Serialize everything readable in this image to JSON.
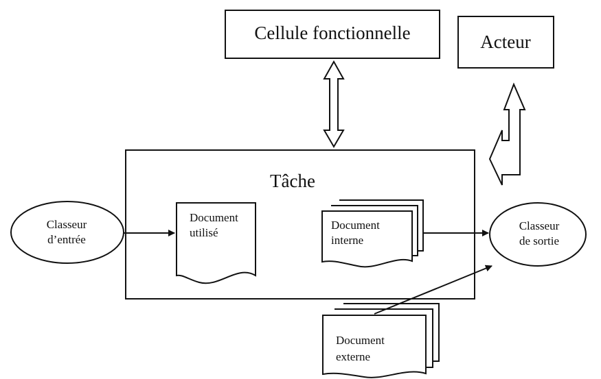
{
  "diagram": {
    "cellule": "Cellule fonctionnelle",
    "acteur": "Acteur",
    "tache": "Tâche",
    "classeur_entree": [
      "Classeur",
      "d’entrée"
    ],
    "classeur_sortie": [
      "Classeur",
      "de sortie"
    ],
    "document_utilise": [
      "Document",
      "utilisé"
    ],
    "document_interne": [
      "Document",
      "interne"
    ],
    "document_externe": [
      "Document",
      "externe"
    ]
  },
  "colors": {
    "stroke": "#111111",
    "background": "#ffffff"
  }
}
